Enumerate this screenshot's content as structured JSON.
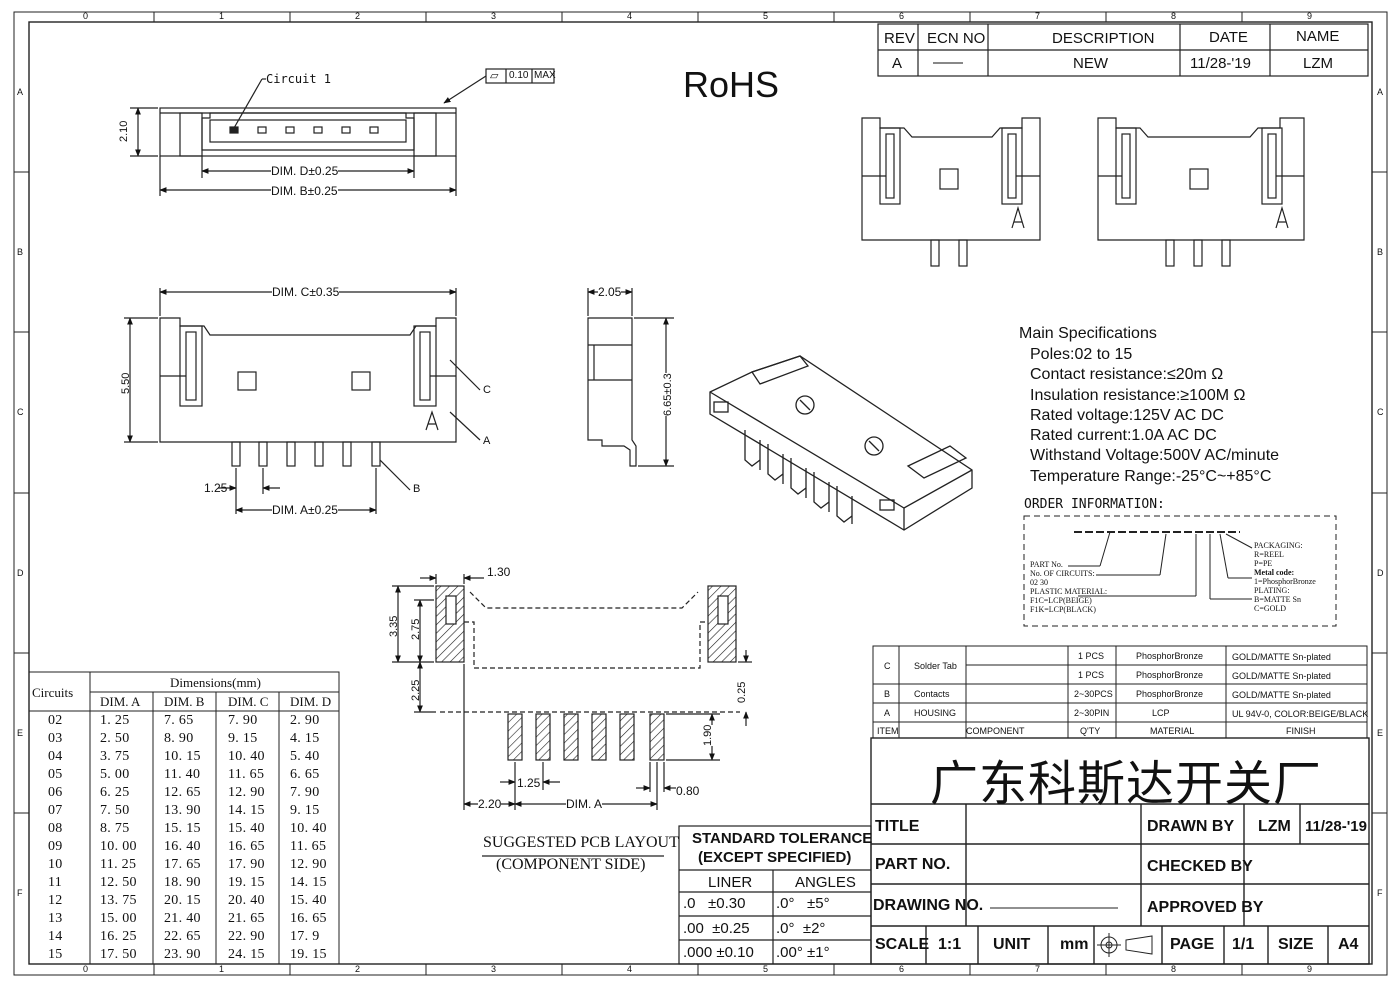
{
  "rohs": "RoHS",
  "grid": {
    "cols": [
      "0",
      "1",
      "2",
      "3",
      "4",
      "5",
      "6",
      "7",
      "8",
      "9"
    ],
    "rows": [
      "A",
      "B",
      "C",
      "D",
      "E",
      "F"
    ]
  },
  "revision": {
    "headers": [
      "REV",
      "ECN NO",
      "DESCRIPTION",
      "DATE",
      "NAME"
    ],
    "row": [
      "A",
      "——",
      "NEW",
      "11/28-'19",
      "LZM"
    ]
  },
  "top_view": {
    "circuit_label": "Circuit 1",
    "flatness_sym": "▱",
    "flatness_val": "0.10",
    "flatness_max": "MAX",
    "dim_height": "2.10",
    "dim_d": "DIM. D±0.25",
    "dim_b": "DIM. B±0.25"
  },
  "front_view": {
    "dim_c": "DIM. C±0.35",
    "dim_height": "5.50",
    "pitch": "1.25",
    "dim_a": "DIM. A±0.25",
    "callout_c": "C",
    "callout_a": "A",
    "callout_b": "B"
  },
  "side_view": {
    "dim_width": "2.05",
    "dim_height": "6.65±0.3"
  },
  "specs": {
    "title": "Main Specifications",
    "lines": [
      "Poles:02 to 15",
      "Contact resistance:≤20m Ω",
      "Insulation resistance:≥100M Ω",
      "Rated voltage:125V AC DC",
      "Rated current:1.0A AC DC",
      "Withstand Voltage:500V AC/minute",
      "Temperature Range:-25°C~+85°C"
    ]
  },
  "order": {
    "title": "ORDER INFORMATION:",
    "left": [
      "PART No.",
      "No. OF CIRCUITS:",
      "02  30",
      "PLASTIC MATERIAL:",
      "F1C=LCP(BEIGE)",
      "F1K=LCP(BLACK)"
    ],
    "right": [
      "PACKAGING:",
      "R=REEL",
      "P=PE",
      "Metal code:",
      "1=PhosphorBronze",
      "PLATING:",
      "B=MATTE Sn",
      "C=GOLD"
    ]
  },
  "pcb": {
    "d_130": "1.30",
    "d_335": "3.35",
    "d_275": "2.75",
    "d_225": "2.25",
    "d_025": "0.25",
    "d_190": "1.90",
    "d_125": "1.25",
    "d_220": "2.20",
    "d_dima": "DIM. A",
    "d_080": "0.80",
    "caption1": "SUGGESTED PCB LAYOUT",
    "caption2": "(COMPONENT SIDE)"
  },
  "dimensions_table": {
    "title": "Dimensions(mm)",
    "circuits_header": "Circuits",
    "headers": [
      "DIM. A",
      "DIM. B",
      "DIM. C",
      "DIM. D"
    ],
    "rows": [
      [
        "02",
        "1. 25",
        "7. 65",
        "7. 90",
        "2. 90"
      ],
      [
        "03",
        "2. 50",
        "8. 90",
        "9. 15",
        "4. 15"
      ],
      [
        "04",
        "3. 75",
        "10. 15",
        "10. 40",
        "5. 40"
      ],
      [
        "05",
        "5. 00",
        "11. 40",
        "11. 65",
        "6. 65"
      ],
      [
        "06",
        "6. 25",
        "12. 65",
        "12. 90",
        "7. 90"
      ],
      [
        "07",
        "7. 50",
        "13. 90",
        "14. 15",
        "9. 15"
      ],
      [
        "08",
        "8. 75",
        "15. 15",
        "15. 40",
        "10. 40"
      ],
      [
        "09",
        "10. 00",
        "16. 40",
        "16. 65",
        "11. 65"
      ],
      [
        "10",
        "11. 25",
        "17. 65",
        "17. 90",
        "12. 90"
      ],
      [
        "11",
        "12. 50",
        "18. 90",
        "19. 15",
        "14. 15"
      ],
      [
        "12",
        "13. 75",
        "20. 15",
        "20. 40",
        "15. 40"
      ],
      [
        "13",
        "15. 00",
        "21. 40",
        "21. 65",
        "16. 65"
      ],
      [
        "14",
        "16. 25",
        "22. 65",
        "22. 90",
        "17. 9"
      ],
      [
        "15",
        "17. 50",
        "23. 90",
        "24. 15",
        "19. 15"
      ]
    ]
  },
  "tolerance": {
    "title1": "STANDARD TOLERANCE",
    "title2": "(EXCEPT  SPECIFIED)",
    "h_linear": "LINER",
    "h_angles": "ANGLES",
    "rows": [
      [
        ".0   ±0.30",
        ".0°   ±5°"
      ],
      [
        ".00  ±0.25",
        ".0°  ±2°"
      ],
      [
        ".000 ±0.10",
        ".00° ±1°"
      ]
    ]
  },
  "bom": {
    "rows": [
      [
        "C",
        "Solder Tab",
        "1 PCS",
        "PhosphorBronze",
        "GOLD/MATTE Sn-plated"
      ],
      [
        "",
        "",
        "1 PCS",
        "PhosphorBronze",
        "GOLD/MATTE Sn-plated"
      ],
      [
        "B",
        "Contacts",
        "2~30PCS",
        "PhosphorBronze",
        "GOLD/MATTE Sn-plated"
      ],
      [
        "A",
        "HOUSING",
        "2~30PIN",
        "LCP",
        "UL 94V-0, COLOR:BEIGE/BLACK"
      ]
    ],
    "header": [
      "ITEM",
      "COMPONENT",
      "Q'TY",
      "MATERIAL",
      "FINISH"
    ]
  },
  "title_block": {
    "company": "广东科斯达开关厂",
    "title": "TITLE",
    "part_no": "PART NO.",
    "drawing_no": "DRAWING NO.",
    "drawn_by": "DRAWN BY",
    "drawn_name": "LZM",
    "drawn_date": "11/28-'19",
    "checked_by": "CHECKED BY",
    "approved_by": "APPROVED BY",
    "scale": "SCALE",
    "scale_val": "1:1",
    "unit": "UNIT",
    "unit_val": "mm",
    "page": "PAGE",
    "page_val": "1/1",
    "size": "SIZE",
    "size_val": "A4"
  }
}
